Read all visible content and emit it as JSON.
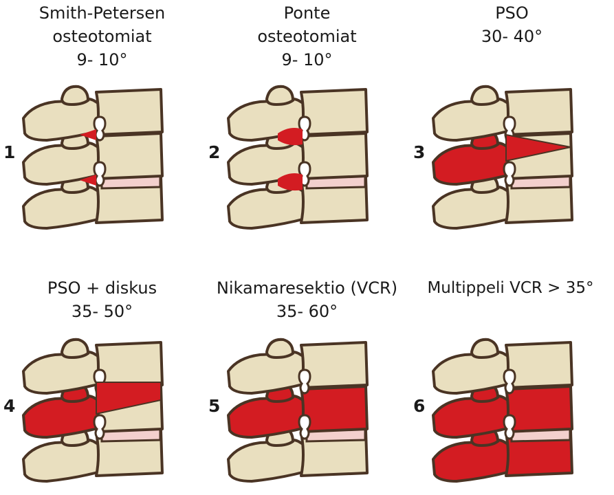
{
  "panels": [
    {
      "number": "1",
      "title": [
        "Smith-Petersen",
        "osteotomiat",
        "9- 10°"
      ],
      "type": 1
    },
    {
      "number": "2",
      "title": [
        "Ponte",
        "osteotomiat",
        "9- 10°"
      ],
      "type": 2
    },
    {
      "number": "3",
      "title": [
        "PSO",
        "30- 40°"
      ],
      "type": 3
    },
    {
      "number": "4",
      "title": [
        "PSO + diskus",
        "35- 50°"
      ],
      "type": 4
    },
    {
      "number": "5",
      "title": [
        "Nikamaresektio (VCR)",
        "35- 60°"
      ],
      "type": 5
    },
    {
      "number": "6",
      "title": [
        "Multippeli VCR > 35°"
      ],
      "type": 6
    }
  ],
  "colors": {
    "bone": "#e9dfbf",
    "bone_shade": "#cfc19a",
    "outline": "#4a3424",
    "disc": "#f3d0cd",
    "resection": "#d31c22"
  }
}
